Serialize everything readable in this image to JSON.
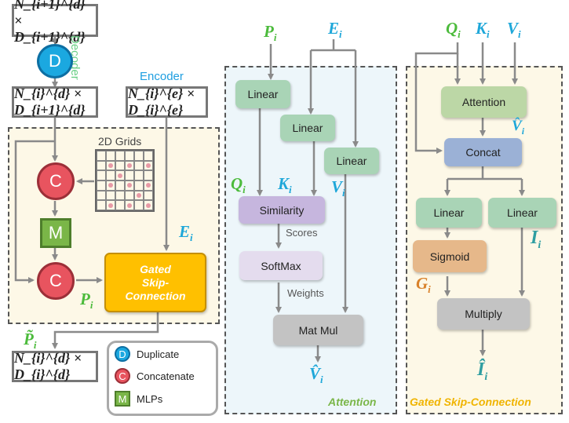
{
  "left": {
    "top_tensor": "N_{i+1}^{d} × D_{i+1}^{d}",
    "mid_tensor": "N_{i}^{d} × D_{i+1}^{d}",
    "enc_tensor": "N_{i}^{e} × D_{i}^{e}",
    "out_tensor": "N_{i}^{d} × D_{i}^{d}",
    "decoder_label": "Decoder",
    "encoder_label": "Encoder",
    "grids_label": "2D Grids",
    "duplicate_glyph": "D",
    "concat_glyph": "C",
    "mlp_glyph": "M",
    "gsc_label": "Gated Skip-Connection",
    "e_label": "E",
    "p_label": "P",
    "p_tilde_label": "P̃",
    "subscript_i": "i"
  },
  "legend": {
    "duplicate": "Duplicate",
    "concatenate": "Concatenate",
    "mlps": "MLPs"
  },
  "attention": {
    "p_label": "P",
    "e_label": "E",
    "q_label": "Q",
    "k_label": "K",
    "v_label": "V",
    "linear_label": "Linear",
    "similarity_label": "Similarity",
    "scores_label": "Scores",
    "softmax_label": "SoftMax",
    "weights_label": "Weights",
    "matmul_label": "Mat Mul",
    "vhat_label": "V̂",
    "panel_title": "Attention",
    "subscript_i": "i"
  },
  "gsc": {
    "q_label": "Q",
    "k_label": "K",
    "v_label": "V",
    "attention_label": "Attention",
    "vhat_label": "V̂",
    "concat_label": "Concat",
    "linear_label": "Linear",
    "sigmoid_label": "Sigmoid",
    "g_label": "G",
    "i_label": "I",
    "multiply_label": "Multiply",
    "ihat_label": "Î",
    "panel_title": "Gated Skip-Connection",
    "subscript_i": "i"
  },
  "colors": {
    "duplicate": "#1ba8e0",
    "concat": "#e8545f",
    "mlp": "#7ab648",
    "gsc_box": "#ffc000",
    "linear": "#a9d4b6",
    "purple": "#c6b6de",
    "softmax": "#e4dcee",
    "gray_box": "#c3c3c3",
    "concat_box": "#9bb1d6",
    "sigmoid": "#e6b88a",
    "attention_box": "#bcd7a6",
    "panel_yellow": "#fdf8e7",
    "panel_blue": "#edf6fa",
    "panel_title_green": "#7ab648",
    "panel_title_yellow": "#f0b400"
  }
}
